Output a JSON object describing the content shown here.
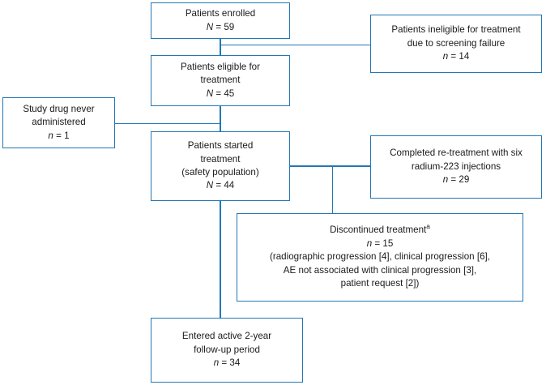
{
  "diagram": {
    "type": "flowchart",
    "title": "Patient disposition flow diagram",
    "accent_color": "#2277b5",
    "text_color": "#1a1a1a",
    "background_color": "#ffffff",
    "footnote_marker": "a"
  },
  "nodes": {
    "enrolled": {
      "label": "Patients enrolled",
      "count_symbol": "N",
      "count_equals": "=",
      "count_value": "59",
      "count_text": "N = 59"
    },
    "ineligible": {
      "label_line1": "Patients ineligible for treatment",
      "label_line2": "due to screening failure",
      "count_symbol": "n",
      "count_equals": "=",
      "count_value": "14",
      "count_text": "n = 14"
    },
    "eligible": {
      "label_line1": "Patients eligible for",
      "label_line2": "treatment",
      "count_symbol": "N",
      "count_equals": "=",
      "count_value": "45",
      "count_text": "N = 45"
    },
    "never_administered": {
      "label_line1": "Study drug never",
      "label_line2": "administered",
      "count_symbol": "n",
      "count_equals": "=",
      "count_value": "1",
      "count_text": "n = 1"
    },
    "started": {
      "label_line1": "Patients started",
      "label_line2": "treatment",
      "label_line3": "(safety population)",
      "count_symbol": "N",
      "count_equals": "=",
      "count_value": "44",
      "count_text": "N = 44"
    },
    "completed": {
      "label_line1": "Completed re-treatment with six",
      "label_line2": "radium-223 injections",
      "count_symbol": "n",
      "count_equals": "=",
      "count_value": "29",
      "count_text": "n = 29"
    },
    "discontinued": {
      "label": "Discontinued treatment",
      "footnote": "a",
      "count_symbol": "n",
      "count_equals": "=",
      "count_value": "15",
      "count_text": "n = 15",
      "reasons_line1": "(radiographic progression [4], clinical progression [6],",
      "reasons_line2": "AE not associated with clinical progression [3],",
      "reasons_line3": "patient request [2])",
      "reasons": [
        {
          "name": "radiographic progression",
          "value": "4"
        },
        {
          "name": "clinical progression",
          "value": "6"
        },
        {
          "name": "AE not associated with clinical progression",
          "value": "3"
        },
        {
          "name": "patient request",
          "value": "2"
        }
      ]
    },
    "followup": {
      "label_line1": "Entered active 2-year",
      "label_line2": "follow-up period",
      "count_symbol": "n",
      "count_equals": "=",
      "count_value": "34",
      "count_text": "n = 34"
    }
  }
}
